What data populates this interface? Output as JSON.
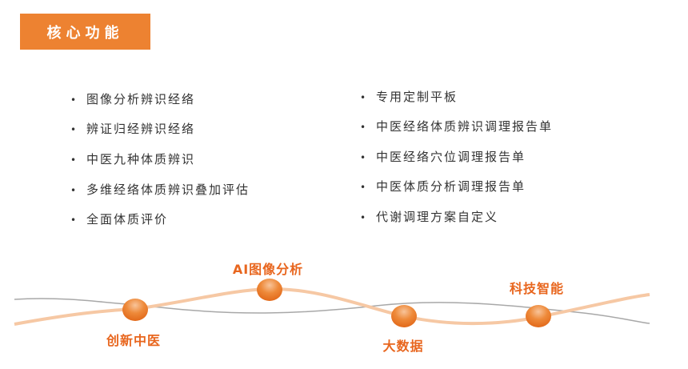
{
  "header": {
    "title": "核心功能"
  },
  "features_left": [
    "图像分析辨识经络",
    "辨证归经辨识经络",
    "中医九种体质辨识",
    "多维经络体质辨识叠加评估",
    "全面体质评价"
  ],
  "features_right": [
    "专用定制平板",
    "中医经络体质辨识调理报告单",
    "中医经络穴位调理报告单",
    "中医体质分析调理报告单",
    "代谢调理方案自定义"
  ],
  "bullet": "•",
  "timeline": {
    "labels": [
      "创新中医",
      "AI图像分析",
      "大数据",
      "科技智能"
    ]
  },
  "colors": {
    "accent": "#ED8231",
    "label": "#E8661E",
    "curve": "#F6C8A4",
    "gray": "#A8A8A8"
  }
}
